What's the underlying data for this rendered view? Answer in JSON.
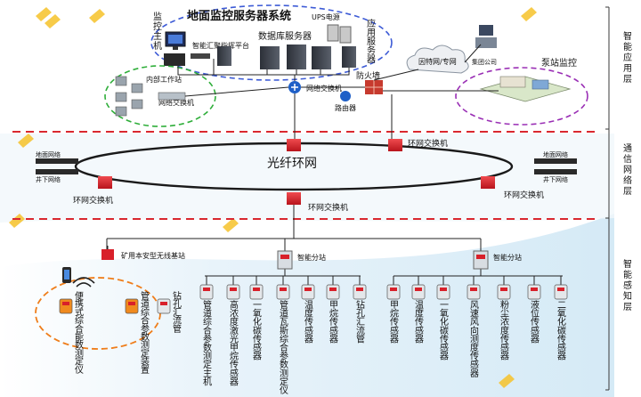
{
  "title": "地面监控服务器系统",
  "labels": {
    "ups": "UPS电源",
    "db_server": "数据库服务器",
    "app_server": "应用服务器",
    "monitor_host": "监控主机",
    "smart_platform": "智能汇聚指挥平台",
    "inner_station": "内部工作站",
    "net_switch_left": "网络交换机",
    "net_switch_center": "网络交换机",
    "firewall": "防火墙",
    "router": "路由器",
    "internet": "因特网/专网",
    "group_company": "集团公司",
    "pump_monitor": "泵站监控",
    "fiber_ring": "光纤环网",
    "ring_switch_top": "环网交换机",
    "ring_switch_left": "环网交换机",
    "ring_switch_right": "环网交换机",
    "ring_switch_bottom": "环网交换机",
    "ground_net_left": "地面网络",
    "under_net_left": "井下网络",
    "ground_net_right": "地面网络",
    "under_net_right": "井下网络",
    "wireless_base": "矿用本安型无线基站",
    "smart_sub_left": "智能分站",
    "smart_sub_right": "智能分站"
  },
  "layers": [
    {
      "name": "智能应用层"
    },
    {
      "name": "通信网络层"
    },
    {
      "name": "智能感知层"
    }
  ],
  "sensors": [
    {
      "label": "便携式综合能数测定仪"
    },
    {
      "label": "管道综合参数测定装置"
    },
    {
      "label": "钻孔汇流管"
    },
    {
      "label": "管道综合参数测定主机"
    },
    {
      "label": "高浓度激光甲烷传感器"
    },
    {
      "label": "一氧化碳传感器"
    },
    {
      "label": "管道瓦斯综合参数测定仪"
    },
    {
      "label": "温度传感器"
    },
    {
      "label": "甲烷传感器"
    },
    {
      "label": "钻孔汇流管"
    },
    {
      "label": "甲烷传感器"
    },
    {
      "label": "温度传感器"
    },
    {
      "label": "一氧化碳传感器"
    },
    {
      "label": "风速风向测度传感器"
    },
    {
      "label": "粉尘浓度传感器"
    },
    {
      "label": "液位传感器"
    },
    {
      "label": "二氧化碳传感器"
    }
  ],
  "colors": {
    "dashed_red": "#d9282f",
    "blue_ellipse": "#3d5bd6",
    "green_ellipse": "#2fae3a",
    "purple_ellipse": "#9a2fb5",
    "orange_ellipse": "#ef7d1a",
    "switch_red": "#d8202a",
    "line": "#222222"
  }
}
